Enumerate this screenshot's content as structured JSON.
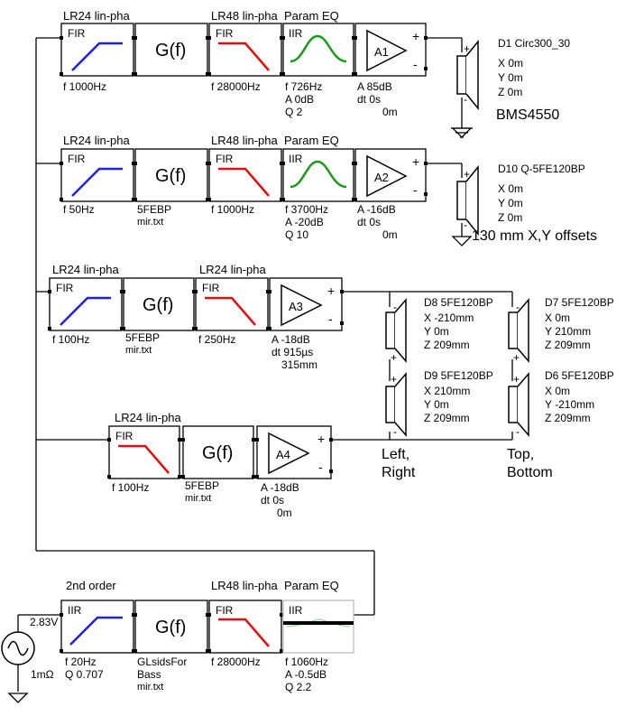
{
  "chain1": {
    "title_fir": "LR24 lin-pha",
    "title_fir2": "LR48 lin-pha",
    "title_eq": "Param EQ",
    "fir1_label": "FIR",
    "fir1_f": "f  1000Hz",
    "gf_label": "G(f)",
    "fir2_label": "FIR",
    "fir2_f": "f  28000Hz",
    "iir_label": "IIR",
    "iir_f": "f  726Hz",
    "iir_a": "A  0dB",
    "iir_q": "Q  2",
    "amp_label": "A1",
    "amp_a": "A  85dB",
    "amp_dt": "dt 0s",
    "amp_dt2": "0m",
    "drv_name": "D1  Circ300_30",
    "drv_x": "X 0m",
    "drv_y": "Y 0m",
    "drv_z": "Z 0m",
    "drv_model": "BMS4550"
  },
  "chain2": {
    "title_fir": "LR24 lin-pha",
    "title_fir2": "LR48 lin-pha",
    "title_eq": "Param EQ",
    "fir1_label": "FIR",
    "fir1_f": "f  50Hz",
    "gf_label": "G(f)",
    "gf_file1": "5FEBP",
    "gf_file2": "mir.txt",
    "fir2_label": "FIR",
    "fir2_f": "f  1000Hz",
    "iir_label": "IIR",
    "iir_f": "f  3700Hz",
    "iir_a": "A  -20dB",
    "iir_q": "Q  10",
    "amp_label": "A2",
    "amp_a": "A  -16dB",
    "amp_dt": "dt 0s",
    "amp_dt2": "0m",
    "drv_name": "D10  Q-5FE120BP",
    "drv_x": "X 0m",
    "drv_y": "Y 0m",
    "drv_z": "Z 0m",
    "note": "130 mm X,Y offsets"
  },
  "chain3": {
    "title_fir": "LR24 lin-pha",
    "title_fir2": "LR24 lin-pha",
    "fir1_label": "FIR",
    "fir1_f": "f  100Hz",
    "gf_label": "G(f)",
    "gf_file1": "5FEBP",
    "gf_file2": "mir.txt",
    "fir2_label": "FIR",
    "fir2_f": "f  250Hz",
    "amp_label": "A3",
    "amp_a": "A  -18dB",
    "amp_dt": "dt 915µs",
    "amp_dt2": "315mm"
  },
  "array": {
    "d8_name": "D8  5FE120BP",
    "d8_x": "X -210mm",
    "d8_y": "Y 0m",
    "d8_z": "Z 209mm",
    "d9_name": "D9  5FE120BP",
    "d9_x": "X 210mm",
    "d9_y": "Y 0m",
    "d9_z": "Z 209mm",
    "d7_name": "D7  5FE120BP",
    "d7_x": "X 0m",
    "d7_y": "Y 210mm",
    "d7_z": "Z 209mm",
    "d6_name": "D6  5FE120BP",
    "d6_x": "X 0m",
    "d6_y": "Y -210mm",
    "d6_z": "Z 209mm",
    "lr_label1": "Left,",
    "lr_label2": "Right",
    "tb_label1": "Top,",
    "tb_label2": "Bottom"
  },
  "chain4": {
    "title_fir": "LR24 lin-pha",
    "fir_label": "FIR",
    "fir_f": "f  100Hz",
    "gf_label": "G(f)",
    "gf_file1": "5FEBP",
    "gf_file2": "mir.txt",
    "amp_label": "A4",
    "amp_a": "A  -18dB",
    "amp_dt": "dt 0s",
    "amp_dt2": "0m"
  },
  "source": {
    "voltage": "2.83V",
    "impedance": "1mΩ",
    "title_iir": "2nd order",
    "iir1_label": "IIR",
    "iir1_f": "f  20Hz",
    "iir1_q": "Q  0.707",
    "gf_label": "G(f)",
    "gf_file1": "GLsidsFor",
    "gf_file2": "Bass",
    "gf_file3": "mir.txt",
    "title_fir": "LR48 lin-pha",
    "fir_label": "FIR",
    "fir_f": "f  28000Hz",
    "title_eq": "Param EQ",
    "iir2_label": "IIR",
    "iir2_f": "f  1060Hz",
    "iir2_a": "A  -0.5dB",
    "iir2_q": "Q  2.2"
  },
  "colors": {
    "highpass": "#1f1fe6",
    "lowpass": "#e01010",
    "peak": "#1a9a1a",
    "flat": "#000000"
  }
}
